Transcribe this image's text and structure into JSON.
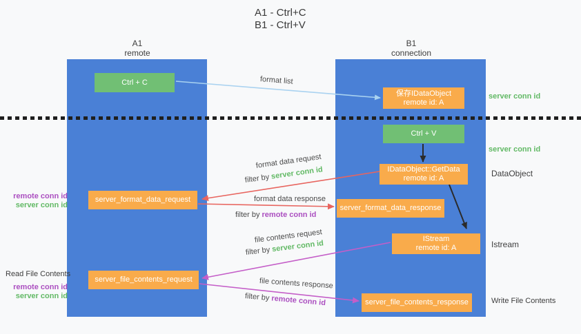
{
  "title": {
    "line1": "A1 - Ctrl+C",
    "line2": "B1 - Ctrl+V"
  },
  "lanes": {
    "left": {
      "title": "A1",
      "subtitle": "remote"
    },
    "right": {
      "title": "B1",
      "subtitle": "connection"
    }
  },
  "nodes": {
    "ctrl_c": {
      "label": "Ctrl + C"
    },
    "ctrl_v": {
      "label": "Ctrl + V"
    },
    "save_dataobject": {
      "line1": "保存IDataObject",
      "line2": "remote id: A"
    },
    "getdata": {
      "line1": "IDataObject::GetData",
      "line2": "remote id: A"
    },
    "istream": {
      "line1": "IStream",
      "line2": "remote id: A"
    },
    "format_request": {
      "label": "server_format_data_request"
    },
    "format_response": {
      "label": "server_format_data_response"
    },
    "file_request": {
      "label": "server_file_contents_request"
    },
    "file_response": {
      "label": "server_file_contents_response"
    }
  },
  "flow_labels": {
    "format_list": "format list",
    "format_data_request": "format data request",
    "filter_by_1": {
      "prefix": "filter by ",
      "value": "server conn id"
    },
    "format_data_response": "format data response",
    "filter_by_2": {
      "prefix": "filter by ",
      "value": "remote conn id"
    },
    "file_contents_request": "file contents request",
    "filter_by_3": {
      "prefix": "filter by ",
      "value": "server conn id"
    },
    "file_contents_response": "file contents response",
    "filter_by_4": {
      "prefix": "filter by ",
      "value": "remote conn id"
    }
  },
  "side_labels": {
    "left_top": {
      "remote": "remote conn id",
      "server": "server conn id"
    },
    "read_file": "Read File Contents",
    "left_bottom": {
      "remote": "remote conn id",
      "server": "server conn id"
    },
    "right_server_1": "server conn id",
    "right_server_2": "server conn id",
    "dataobject": "DataObject",
    "istream": "Istream",
    "write_file": "Write File Contents"
  },
  "colors": {
    "lane_blue": "#4a80d6",
    "green_box": "#71bf74",
    "orange_box": "#f9ab4b",
    "green_text": "#62b965",
    "purple_text": "#ab4fc0",
    "salmon_arrow": "#e8655f",
    "magenta_arrow": "#c45ec8",
    "light_blue_arrow": "#a9d2f0",
    "black_arrow": "#2b2b2b"
  }
}
